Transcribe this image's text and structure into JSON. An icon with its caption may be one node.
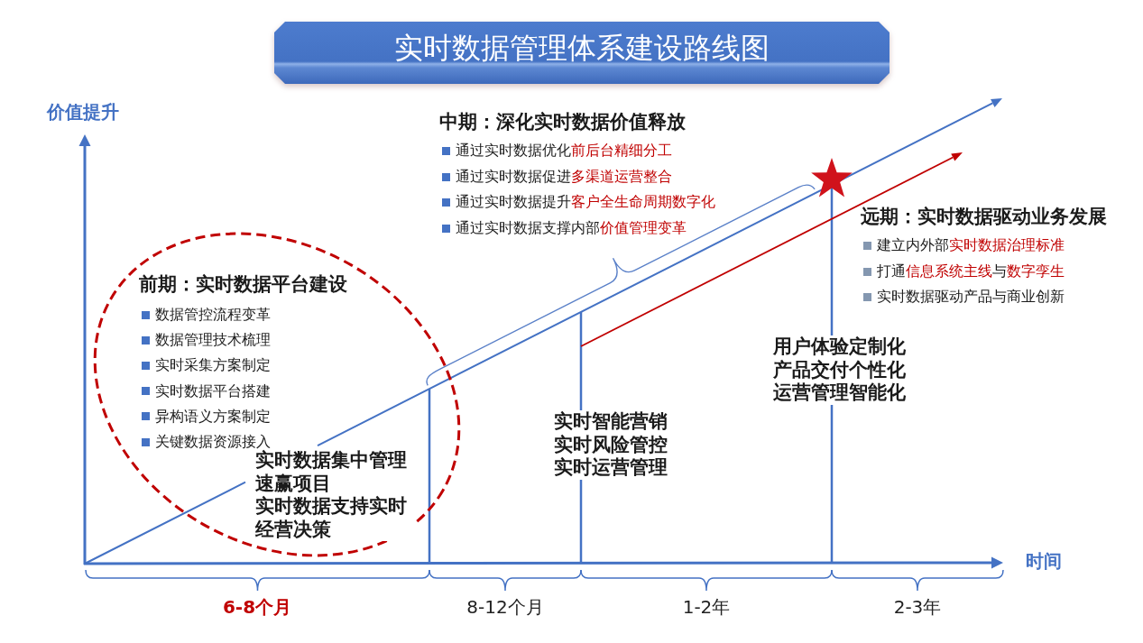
{
  "diagram": {
    "title": "实时数据管理体系建设路线图",
    "nodes": [
      {
        "text": [
          "前期：实时数据平台建设",
          "数据管控流程变革",
          "数据管理技术梳理",
          "实时采集方案制定",
          "实时数据平台搭建",
          "异构语义方案制定",
          "关键数据资源接入",
          "实时数据集中管理速赢项目",
          "实时数据支持实时经营决策"
        ]
      }
    ],
    "labels": [
      "价值提升",
      "中期：深化实时数据价值释放",
      "通过实时数据优化**前后台精细分工**",
      "通过实时数据促进**多渠道运营整合**",
      "通过实时数据提升**客户全生命周期数字化**",
      "通过实时数据支撑内部**价值管理变革**",
      "远期：实时数据驱动业务发展",
      "建立内外部**实时数据治理标准**",
      "打通**信息系统主线**与**数字孪生**",
      "实时数据驱动产品与商业创新",
      "用户体验定制化",
      "产品交付个性化",
      "运营管理智能化",
      "实时智能营销",
      "实时风险管控",
      "实时运营管理",
      "时间",
      "6-8个月",
      "8-12个月",
      "1-2年",
      "2-3年"
    ]
  }
}
